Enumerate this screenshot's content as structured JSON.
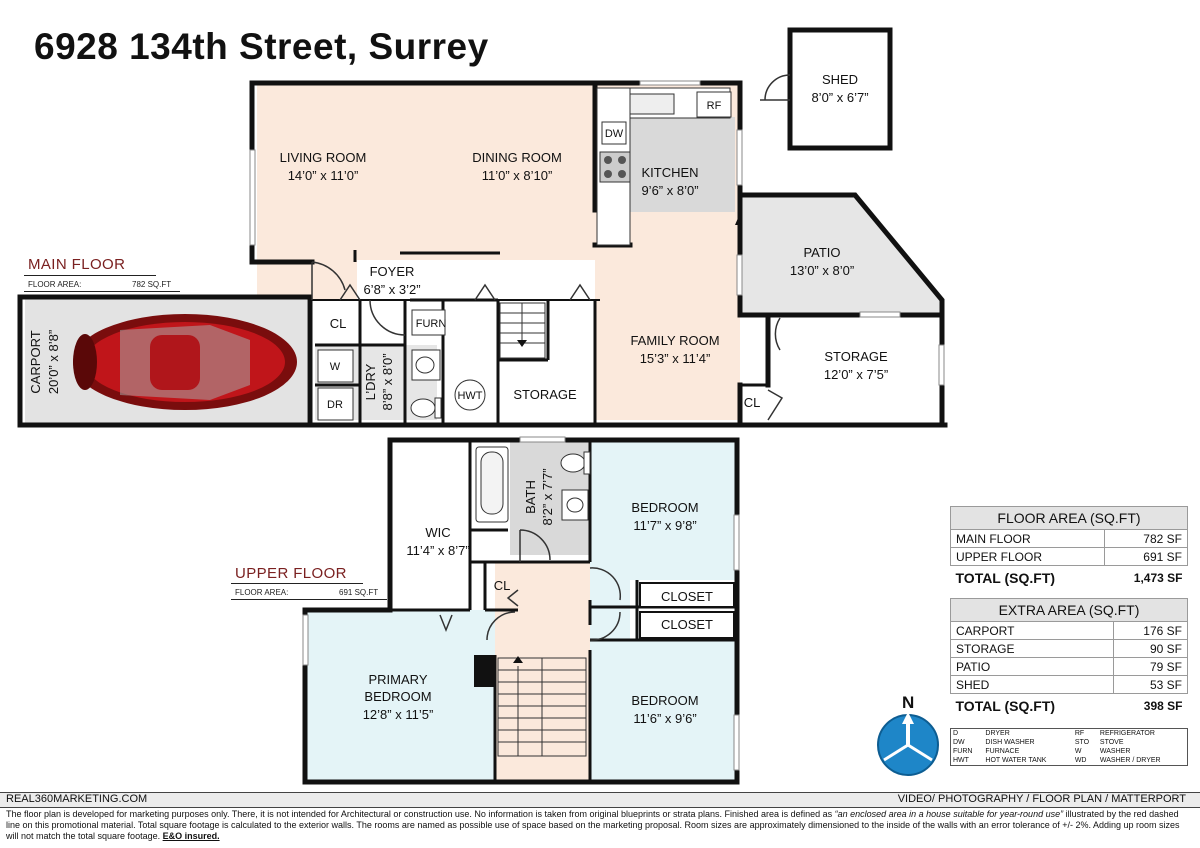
{
  "title": "6928 134th Street, Surrey",
  "main_floor": {
    "label": "MAIN FLOOR",
    "area_label": "FLOOR AREA:",
    "area_value": "782 SQ.FT"
  },
  "upper_floor": {
    "label": "UPPER FLOOR",
    "area_label": "FLOOR AREA:",
    "area_value": "691 SQ.FT"
  },
  "rooms": {
    "living": {
      "name": "LIVING ROOM",
      "dims": "14’0” x 11’0”"
    },
    "dining": {
      "name": "DINING ROOM",
      "dims": "11’0” x 8’10”"
    },
    "kitchen": {
      "name": "KITCHEN",
      "dims": "9’6” x 8’0”"
    },
    "foyer": {
      "name": "FOYER",
      "dims": "6’8” x 3’2”"
    },
    "family": {
      "name": "FAMILY ROOM",
      "dims": "15’3” x 11’4”"
    },
    "patio": {
      "name": "PATIO",
      "dims": "13’0” x 8’0”"
    },
    "storage_main": {
      "name": "STORAGE",
      "dims": "12’0” x 7’5”"
    },
    "storage_small": {
      "name": "STORAGE"
    },
    "shed": {
      "name": "SHED",
      "dims": "8’0” x 6’7”"
    },
    "carport": {
      "name": "CARPORT",
      "dims": "20’0” x 8’8”"
    },
    "laundry": {
      "name": "L’DRY",
      "dims": "8’8” x 8’0”"
    },
    "wic": {
      "name": "WIC",
      "dims": "11’4” x 8’7”"
    },
    "bath": {
      "name": "BATH",
      "dims": "8’2” x 7’7”"
    },
    "bedroom1": {
      "name": "BEDROOM",
      "dims": "11’7” x 9’8”"
    },
    "bedroom2": {
      "name": "BEDROOM",
      "dims": "11’6” x 9’6”"
    },
    "primary": {
      "name1": "PRIMARY",
      "name2": "BEDROOM",
      "dims": "12’8” x 11’5”"
    },
    "closet1": {
      "name": "CLOSET"
    },
    "closet2": {
      "name": "CLOSET"
    }
  },
  "fixtures": {
    "cl": "CL",
    "furn": "FURN",
    "hwt": "HWT",
    "w": "W",
    "dr": "DR",
    "dw": "DW",
    "rf": "RF"
  },
  "floor_area_table": {
    "header": "FLOOR AREA (SQ.FT)",
    "rows": [
      {
        "label": "MAIN FLOOR",
        "value": "782 SF"
      },
      {
        "label": "UPPER FLOOR",
        "value": "691 SF"
      }
    ],
    "total_label": "TOTAL (SQ.FT)",
    "total_value": "1,473 SF"
  },
  "extra_area_table": {
    "header": "EXTRA AREA (SQ.FT)",
    "rows": [
      {
        "label": "CARPORT",
        "value": "176 SF"
      },
      {
        "label": "STORAGE",
        "value": "90 SF"
      },
      {
        "label": "PATIO",
        "value": "79 SF"
      },
      {
        "label": "SHED",
        "value": "53 SF"
      }
    ],
    "total_label": "TOTAL (SQ.FT)",
    "total_value": "398 SF"
  },
  "legend": [
    [
      "D",
      "DRYER",
      "RF",
      "REFRIGERATOR"
    ],
    [
      "DW",
      "DISH WASHER",
      "STO",
      "STOVE"
    ],
    [
      "FURN",
      "FURNACE",
      "W",
      "WASHER"
    ],
    [
      "HWT",
      "HOT WATER TANK",
      "WD",
      "WASHER / DRYER"
    ]
  ],
  "north_label": "N",
  "footer": {
    "left": "REAL360MARKETING.COM",
    "right": "VIDEO/ PHOTOGRAPHY / FLOOR PLAN / MATTERPORT",
    "disclaimer_1": "The floor plan is developed for marketing purposes only. There, it is not intended for Architectural or construction use. No information is  taken from original blueprints or strata plans. Finished area is defined as ",
    "disclaimer_quote": " “an enclosed area in a house suitable for year-round use”",
    "disclaimer_2": " illustrated by the red dashed line on this promotional material. Total square footage is calculated to the exterior walls. The rooms are named as possible use of space based on the marketing proposal. Room sizes are approximately dimensioned to the inside of the walls with an error tolerance of +/- 2%. Adding up room sizes will not match the total square footage. ",
    "disclaimer_bold": "E&O insured."
  },
  "colors": {
    "living": "#fbe9dc",
    "kitchen": "#d9d9d9",
    "bedroom": "#e4f4f7",
    "hall": "#fbe9dc",
    "wall": "#111111",
    "accent": "#7a2020"
  }
}
